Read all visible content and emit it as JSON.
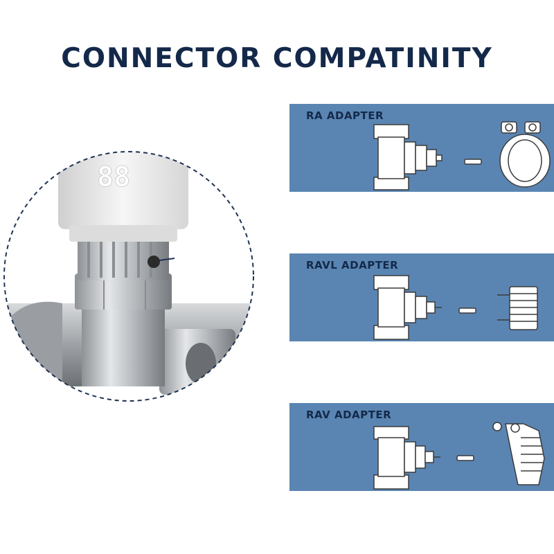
{
  "page": {
    "title": "CONNECTOR COMPATINITY"
  },
  "colors": {
    "title": "#14294a",
    "panel_bg": "#5a85b2",
    "line_art_fill": "#ffffff",
    "line_art_stroke": "#3a3a3a",
    "circle_dash": "#1f3352",
    "metal": "#b9bcbf",
    "thermostat_body": "#e9e9e9"
  },
  "photo": {
    "icon": "thermostat-valve-photo",
    "display_readout": "88"
  },
  "adapters": [
    {
      "label": "RA ADAPTER",
      "icon": "ra-adapter-diagram"
    },
    {
      "label": "RAVL ADAPTER",
      "icon": "ravl-adapter-diagram"
    },
    {
      "label": "RAV ADAPTER",
      "icon": "rav-adapter-diagram"
    }
  ]
}
